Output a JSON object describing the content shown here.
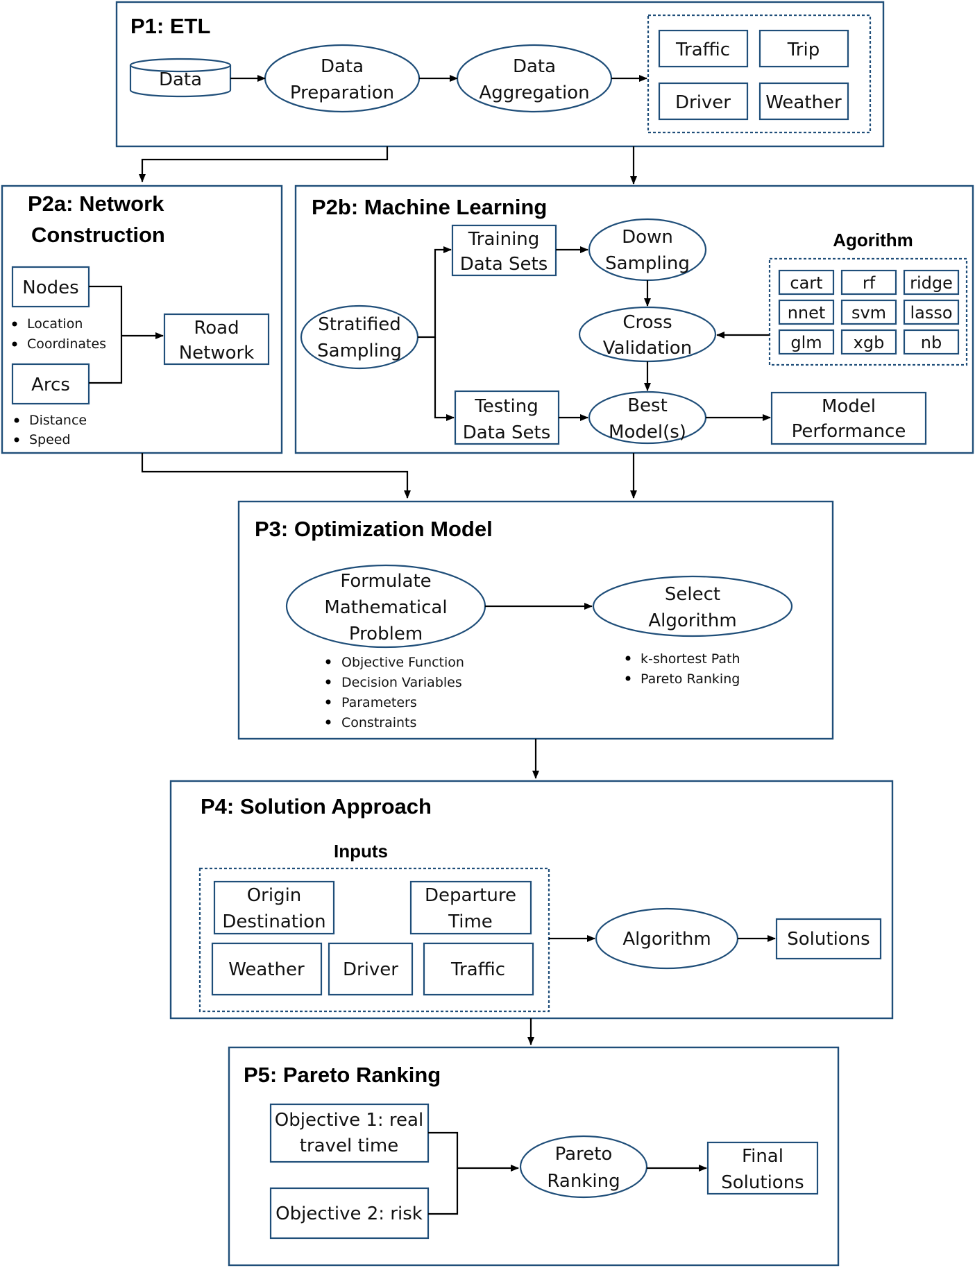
{
  "p1": {
    "title": "P1: ETL",
    "data": "Data",
    "prep": [
      "Data",
      "Preparation"
    ],
    "agg": [
      "Data",
      "Aggregation"
    ],
    "traffic": "Traffic",
    "trip": "Trip",
    "driver": "Driver",
    "weather": "Weather"
  },
  "p2a": {
    "title": [
      "P2a: Network",
      "Construction"
    ],
    "nodes": "Nodes",
    "node_attrs": [
      "Location",
      "Coordinates"
    ],
    "arcs": "Arcs",
    "arc_attrs": [
      "Distance",
      "Speed"
    ],
    "road": [
      "Road",
      "Network"
    ]
  },
  "p2b": {
    "title": "P2b: Machine Learning",
    "stratified": [
      "Stratified",
      "Sampling"
    ],
    "training": [
      "Training",
      "Data Sets"
    ],
    "testing": [
      "Testing",
      "Data Sets"
    ],
    "down": [
      "Down",
      "Sampling"
    ],
    "cv": [
      "Cross",
      "Validation"
    ],
    "best": [
      "Best",
      "Model(s)"
    ],
    "perf": [
      "Model",
      "Performance"
    ],
    "algo_title": "Agorithm",
    "algos": [
      "cart",
      "rf",
      "ridge",
      "nnet",
      "svm",
      "lasso",
      "glm",
      "xgb",
      "nb"
    ]
  },
  "p3": {
    "title": "P3: Optimization Model",
    "formulate": [
      "Formulate",
      "Mathematical",
      "Problem"
    ],
    "formulate_items": [
      "Objective Function",
      "Decision Variables",
      "Parameters",
      "Constraints"
    ],
    "select": [
      "Select",
      "Algorithm"
    ],
    "select_items": [
      "k-shortest Path",
      "Pareto Ranking"
    ]
  },
  "p4": {
    "title": "P4: Solution Approach",
    "inputs_title": "Inputs",
    "origin": [
      "Origin",
      "Destination"
    ],
    "departure": [
      "Departure",
      "Time"
    ],
    "weather": "Weather",
    "driver": "Driver",
    "traffic": "Traffic",
    "algorithm": "Algorithm",
    "solutions": "Solutions"
  },
  "p5": {
    "title": "P5: Pareto Ranking",
    "obj1": [
      "Objective 1: real",
      "travel time"
    ],
    "obj2": "Objective 2: risk",
    "pareto": [
      "Pareto",
      "Ranking"
    ],
    "final": [
      "Final",
      "Solutions"
    ]
  },
  "colors": {
    "stroke": "#1f4e79",
    "connector": "#000000"
  }
}
